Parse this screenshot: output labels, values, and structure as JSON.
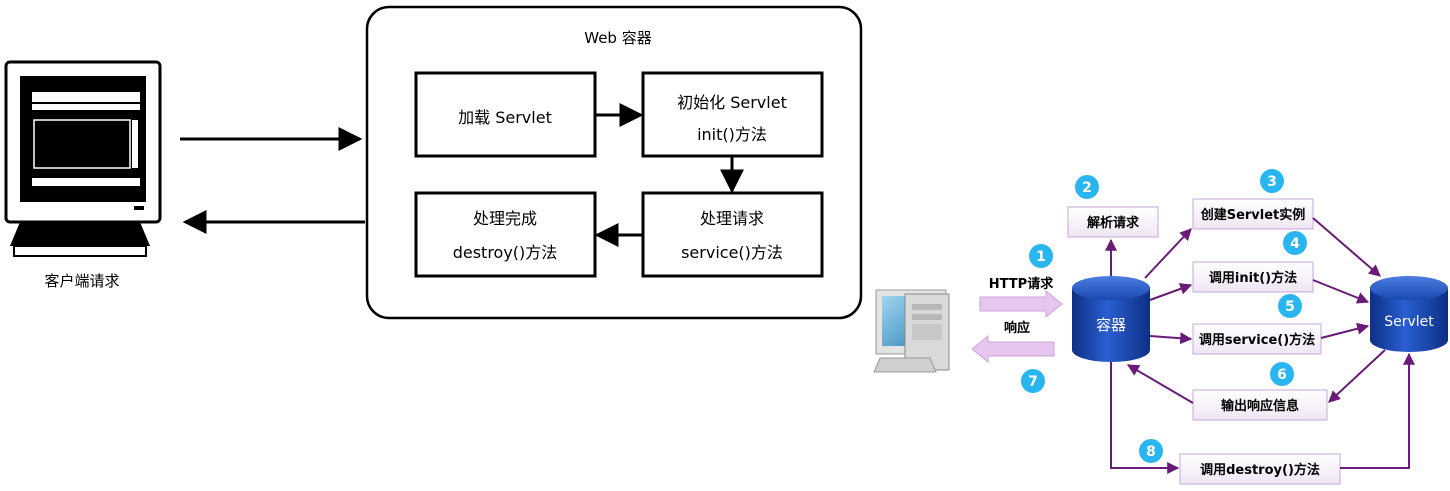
{
  "left_diagram": {
    "client_label": "客户端请求",
    "container_title": "Web 容器",
    "boxes": {
      "load": "加载 Servlet",
      "init_l1": "初始化 Servlet",
      "init_l2": "init()方法",
      "service_l1": "处理请求",
      "service_l2": "service()方法",
      "destroy_l1": "处理完成",
      "destroy_l2": "destroy()方法"
    }
  },
  "right_diagram": {
    "request_label": "HTTP请求",
    "response_label": "响应",
    "container_label": "容器",
    "servlet_label": "Servlet",
    "steps": {
      "parse": "解析请求",
      "create": "创建Servlet实例",
      "init": "调用init()方法",
      "service": "调用service()方法",
      "output": "输出响应信息",
      "destroy": "调用destroy()方法"
    },
    "numbers": [
      "1",
      "2",
      "3",
      "4",
      "5",
      "6",
      "7",
      "8"
    ],
    "colors": {
      "cylinder": "#1540a8",
      "badge": "#29b6f0",
      "step_border": "#c5a8d8",
      "arrow": "#6a1b78",
      "http_arrow": "#e6c6ee"
    }
  }
}
